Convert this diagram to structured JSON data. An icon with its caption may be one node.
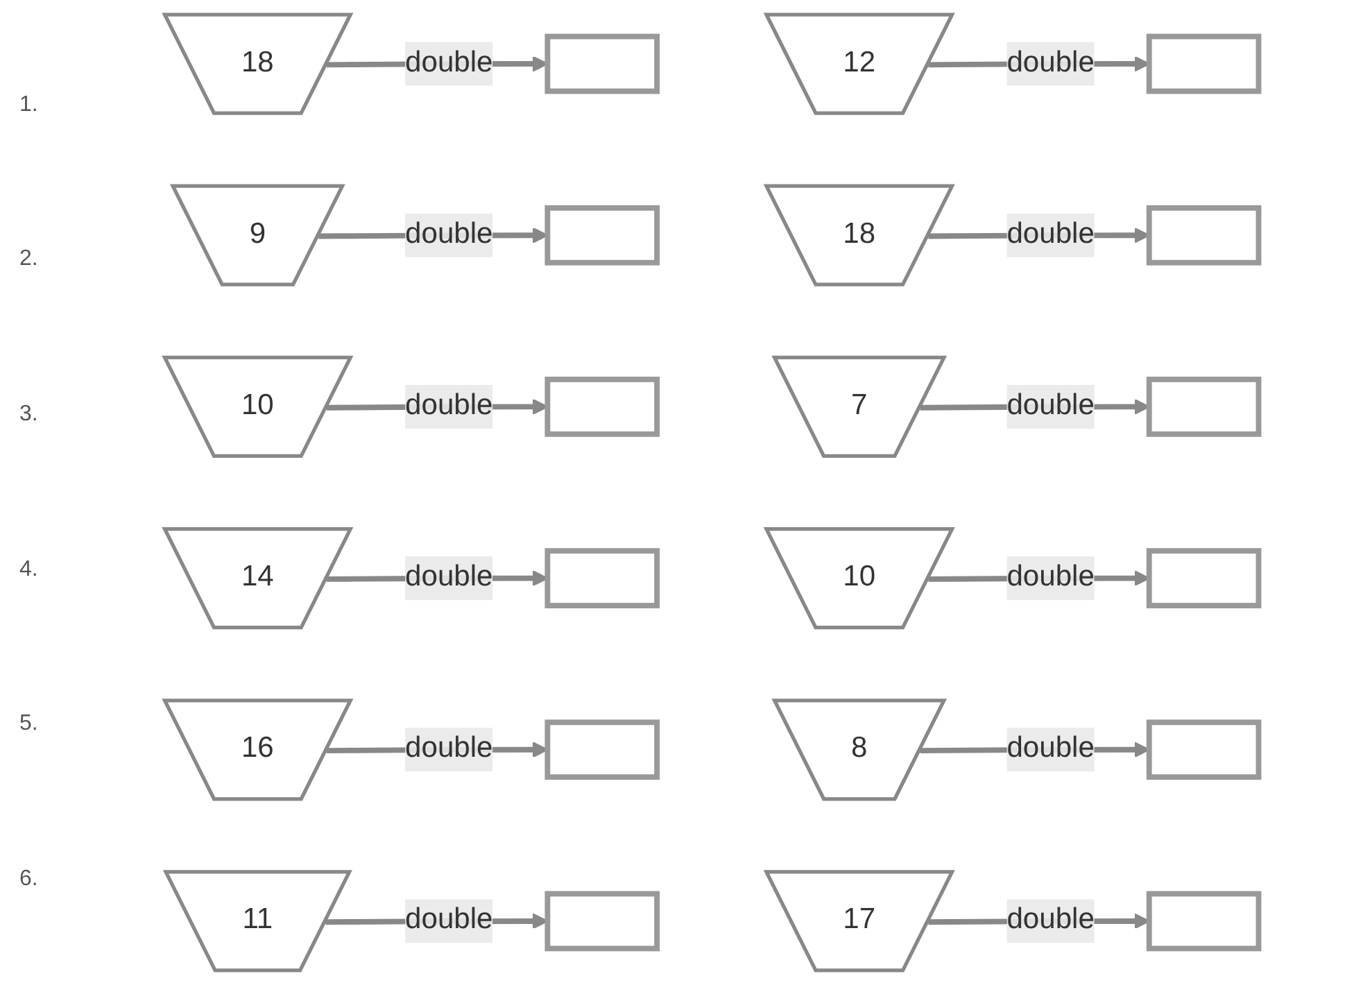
{
  "diagram": {
    "nodes": [
      {
        "text": [
          "18"
        ]
      },
      {
        "text": [],
        "shape": "box"
      },
      {
        "text": [
          "12"
        ]
      },
      {
        "text": [],
        "shape": "box"
      },
      {
        "text": [
          "9"
        ]
      },
      {
        "text": [],
        "shape": "box"
      },
      {
        "text": [
          "18"
        ]
      },
      {
        "text": [],
        "shape": "box"
      },
      {
        "text": [
          "10"
        ]
      },
      {
        "text": [],
        "shape": "box"
      },
      {
        "text": [
          "7"
        ]
      },
      {
        "text": [],
        "shape": "box"
      },
      {
        "text": [
          "14"
        ]
      },
      {
        "text": [],
        "shape": "box"
      },
      {
        "text": [
          "10"
        ]
      },
      {
        "text": [],
        "shape": "box"
      },
      {
        "text": [
          "16"
        ]
      },
      {
        "text": [],
        "shape": "box"
      },
      {
        "text": [
          "8"
        ]
      },
      {
        "text": [],
        "shape": "box"
      },
      {
        "text": [
          "11"
        ]
      },
      {
        "text": [],
        "shape": "box"
      },
      {
        "text": [
          "17"
        ]
      },
      {
        "text": [],
        "shape": "box"
      }
    ],
    "edges": [
      {
        "from": 0,
        "to": 1,
        "arrow": "to",
        "label": "double"
      },
      {
        "from": 2,
        "to": 3,
        "arrow": "to",
        "label": "double"
      },
      {
        "from": 4,
        "to": 5,
        "arrow": "to",
        "label": "double"
      },
      {
        "from": 6,
        "to": 7,
        "arrow": "to",
        "label": "double"
      },
      {
        "from": 8,
        "to": 9,
        "arrow": "to",
        "label": "double"
      },
      {
        "from": 10,
        "to": 11,
        "arrow": "to",
        "label": "double"
      },
      {
        "from": 12,
        "to": 13,
        "arrow": "to",
        "label": "double"
      },
      {
        "from": 14,
        "to": 15,
        "arrow": "to",
        "label": "double"
      },
      {
        "from": 16,
        "to": 17,
        "arrow": "to",
        "label": "double"
      },
      {
        "from": 18,
        "to": 19,
        "arrow": "to",
        "label": "double"
      },
      {
        "from": 20,
        "to": 21,
        "arrow": "to",
        "label": "double"
      },
      {
        "from": 22,
        "to": 23,
        "arrow": "to",
        "label": "double"
      }
    ],
    "labels": [
      "1.",
      "2.",
      "3.",
      "4.",
      "5.",
      "6."
    ]
  }
}
